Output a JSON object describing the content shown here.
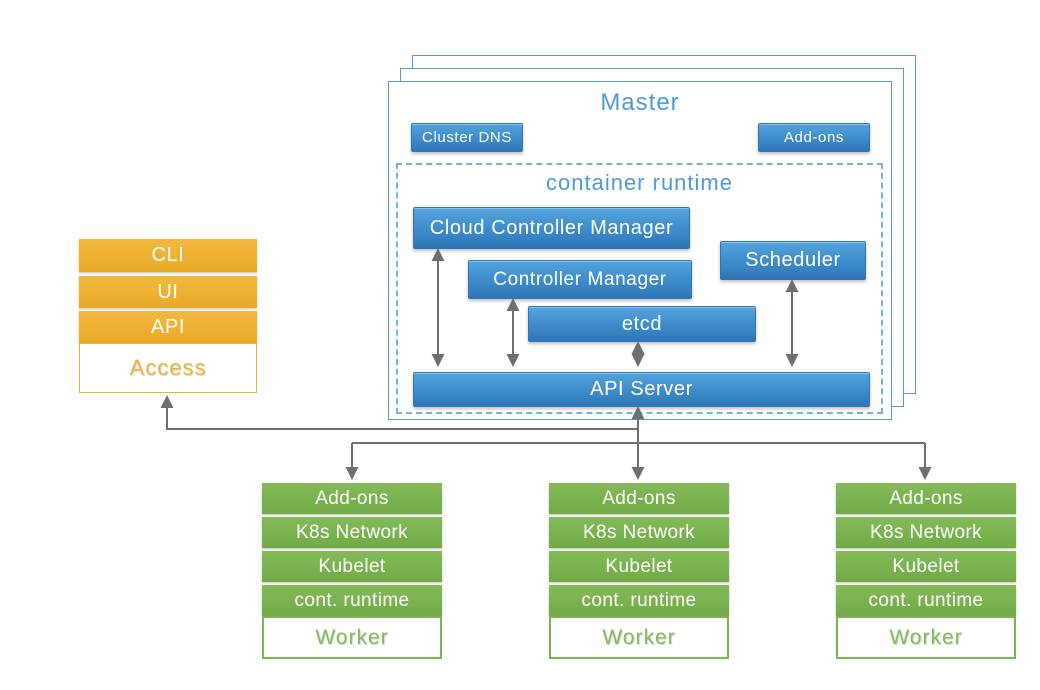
{
  "master": {
    "title": "Master",
    "cluster_dns_label": "Cluster DNS",
    "addons_label": "Add-ons",
    "runtime": {
      "title": "container runtime",
      "cloud_controller_manager": "Cloud Controller Manager",
      "controller_manager": "Controller Manager",
      "etcd": "etcd",
      "scheduler": "Scheduler",
      "api_server": "API Server"
    }
  },
  "access": {
    "rows": [
      "CLI",
      "UI",
      "API"
    ],
    "label": "Access"
  },
  "worker": {
    "rows": [
      "Add-ons",
      "K8s Network",
      "Kubelet",
      "cont. runtime"
    ],
    "label": "Worker"
  },
  "workers_count": 3,
  "colors": {
    "blue_gradient_top": "#54a4de",
    "blue_gradient_bottom": "#2d76b8",
    "light_blue_title": "#4d9ad5",
    "sheet_border": "#5599d0",
    "dashed_border": "#74b2e0",
    "orange": "#eeb032",
    "orange_text": "#efb339",
    "green": "#7cb451",
    "green_text": "#85ba5b",
    "arrow_gray": "#6f6f6f"
  }
}
